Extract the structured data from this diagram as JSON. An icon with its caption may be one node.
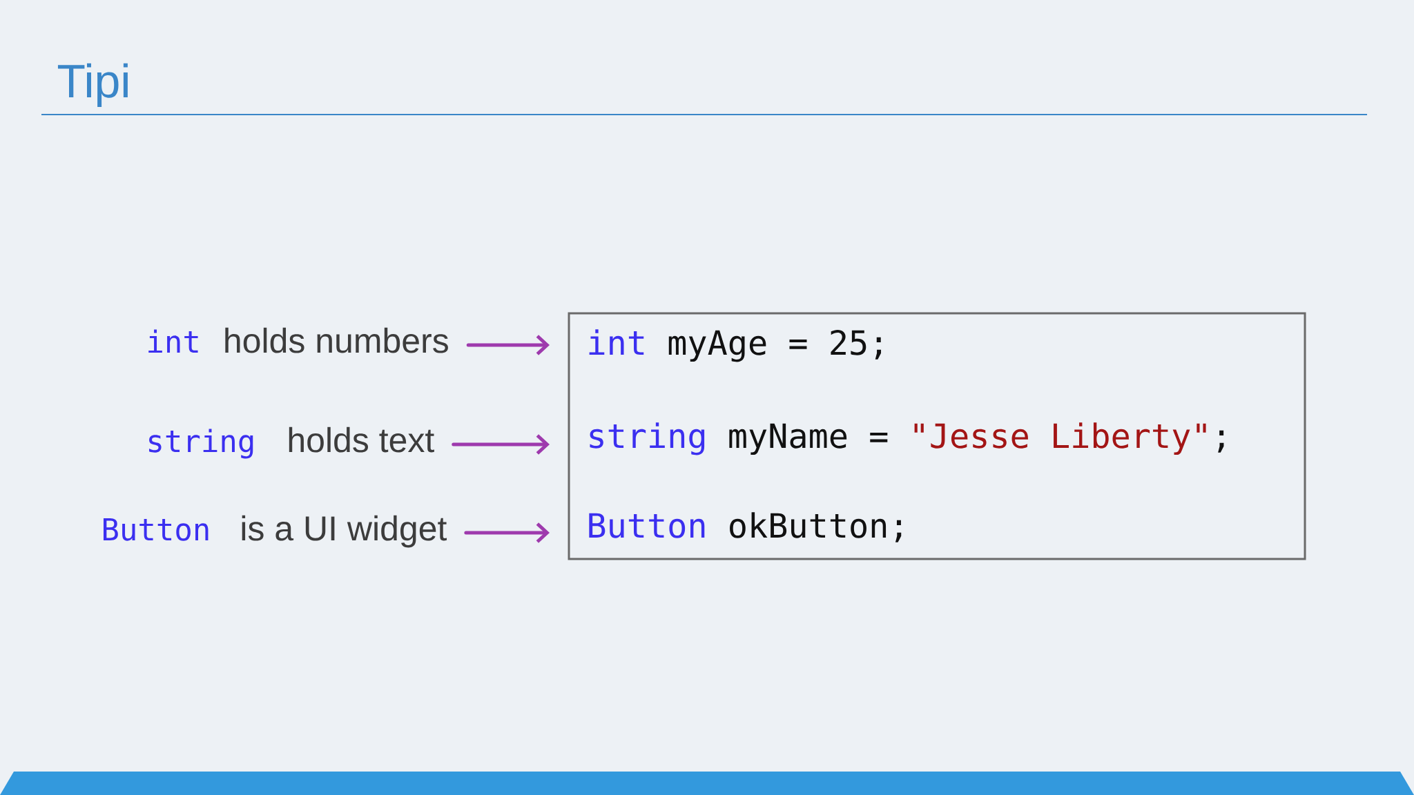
{
  "diagram": {
    "title": "Tipi",
    "nodes": [
      {
        "text": [
          "int",
          "holds numbers"
        ]
      },
      {
        "text": [
          "string",
          "holds text"
        ]
      },
      {
        "text": [
          "Button",
          "is a UI widget"
        ]
      },
      {
        "text": [],
        "shape": "box"
      },
      {
        "text": [
          "int",
          "myAge = 25;"
        ],
        "in": 3
      },
      {
        "text": [
          "string",
          "myName =",
          "\"Jesse Liberty\"",
          ";"
        ],
        "in": 3
      },
      {
        "text": [
          "Button",
          "okButton;"
        ],
        "in": 3
      }
    ],
    "edges": [
      {
        "from": 0,
        "to": 4,
        "arrow": "to"
      },
      {
        "from": 1,
        "to": 5,
        "arrow": "to"
      },
      {
        "from": 2,
        "to": 6,
        "arrow": "to"
      }
    ]
  }
}
